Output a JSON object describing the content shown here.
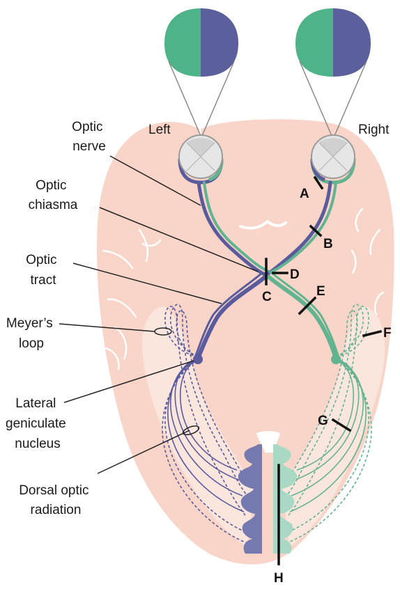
{
  "colors": {
    "background": "#ffffff",
    "brain": "#f8d5c8",
    "brain_inner": "#fbe6de",
    "sulcus": "#ffffff",
    "left_visual_field": "#4fb38a",
    "right_visual_field": "#5b5f9b",
    "tract_blue": "#5a5b9c",
    "tract_green": "#62b38f",
    "cortex_blue": "#7479b0",
    "cortex_green": "#a9d8c4",
    "eye": "#e6e6e6",
    "cut_mark": "#111111",
    "pointer": "#222222"
  },
  "side_labels": {
    "left": "Left",
    "right": "Right"
  },
  "structure_labels": {
    "optic_nerve": [
      "Optic",
      "nerve"
    ],
    "optic_chiasma": [
      "Optic",
      "chiasma"
    ],
    "optic_tract": [
      "Optic",
      "tract"
    ],
    "meyers_loop": [
      "Meyer’s",
      "loop"
    ],
    "lateral_geniculate": [
      "Lateral",
      "geniculate",
      "nucleus"
    ],
    "dorsal_optic_radiation": [
      "Dorsal optic",
      "radiation"
    ]
  },
  "lesion_labels": {
    "a": "A",
    "b": "B",
    "c": "C",
    "d": "D",
    "e": "E",
    "f": "F",
    "g": "G",
    "h": "H"
  }
}
